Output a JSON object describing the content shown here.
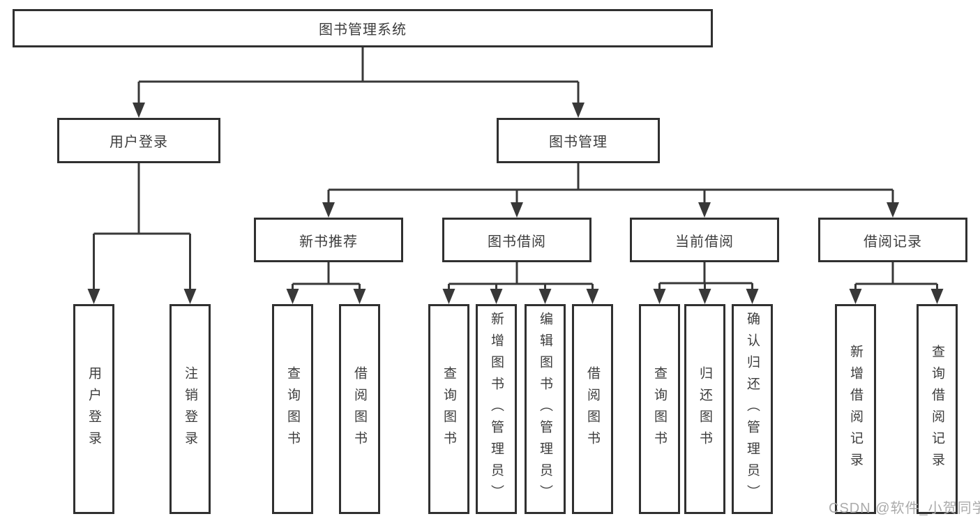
{
  "diagram": {
    "root": {
      "label": "图书管理系统"
    },
    "branches": [
      {
        "label": "用户登录",
        "children": [
          {
            "label": "用户登录"
          },
          {
            "label": "注销登录"
          }
        ]
      },
      {
        "label": "图书管理",
        "children": [
          {
            "label": "新书推荐",
            "children": [
              {
                "label": "查询图书"
              },
              {
                "label": "借阅图书"
              }
            ]
          },
          {
            "label": "图书借阅",
            "children": [
              {
                "label": "查询图书"
              },
              {
                "label": "新增图书（管理员）"
              },
              {
                "label": "编辑图书（管理员）"
              },
              {
                "label": "借阅图书"
              }
            ]
          },
          {
            "label": "当前借阅",
            "children": [
              {
                "label": "查询图书"
              },
              {
                "label": "归还图书"
              },
              {
                "label": "确认归还（管理员）"
              }
            ]
          },
          {
            "label": "借阅记录",
            "children": [
              {
                "label": "新增借阅记录"
              },
              {
                "label": "查询借阅记录"
              }
            ]
          }
        ]
      }
    ],
    "watermark": "CSDN @软件_小贺同学"
  },
  "colors": {
    "line": "#383838",
    "box_border": "#303030",
    "text": "#3d3d3d",
    "watermark": "#ababab",
    "background": "#ffffff"
  }
}
